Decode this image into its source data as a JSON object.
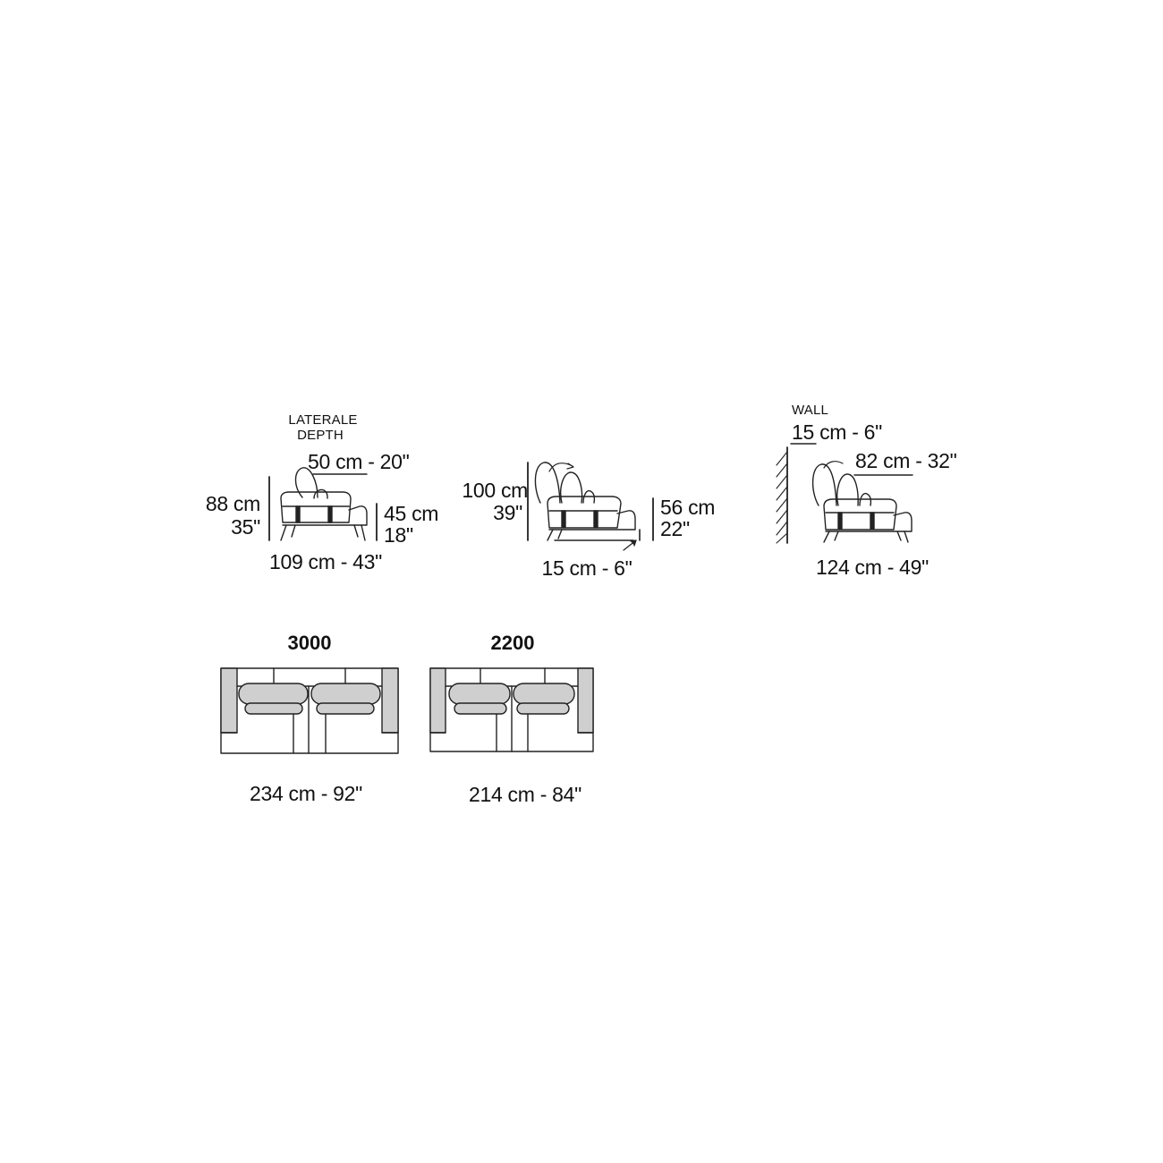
{
  "colors": {
    "line": "#222222",
    "cushion_fill": "#cfcfcf",
    "background": "#ffffff"
  },
  "view1": {
    "caption_line1": "LATERALE",
    "caption_line2": "DEPTH",
    "seat_depth": "50 cm - 20\"",
    "height_cm": "88 cm",
    "height_in": "35\"",
    "seat_height_cm": "45 cm",
    "seat_height_in": "18\"",
    "depth": "109 cm - 43\""
  },
  "view2": {
    "height_cm": "100 cm",
    "height_in": "39\"",
    "arm_height_cm": "56 cm",
    "arm_height_in": "22\"",
    "recline": "15 cm - 6\""
  },
  "view3": {
    "wall_label": "WALL",
    "wall_distance": "15 cm - 6\"",
    "seat_depth": "82 cm - 32\"",
    "depth": "124 cm - 49\""
  },
  "models": [
    {
      "name": "3000",
      "width": "234 cm - 92\""
    },
    {
      "name": "2200",
      "width": "214 cm - 84\""
    }
  ]
}
